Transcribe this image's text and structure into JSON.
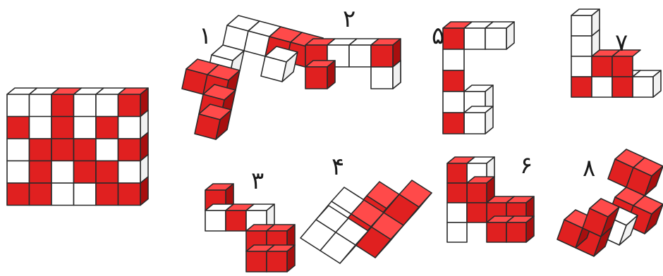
{
  "colors": {
    "red_front": "#e02020",
    "red_top": "#ff4a4a",
    "red_side": "#a80f0f",
    "white_front": "#ffffff",
    "white_top": "#ffffff",
    "white_side": "#f1f1f1",
    "edge": "#2a2a2a"
  },
  "pieces": [
    {
      "id": "1",
      "label": "۱"
    },
    {
      "id": "2",
      "label": "۲"
    },
    {
      "id": "3",
      "label": "۳"
    },
    {
      "id": "4",
      "label": "۴"
    },
    {
      "id": "5",
      "label": "۵"
    },
    {
      "id": "6",
      "label": "۶"
    },
    {
      "id": "7",
      "label": "۷"
    },
    {
      "id": "8",
      "label": "۸"
    }
  ]
}
